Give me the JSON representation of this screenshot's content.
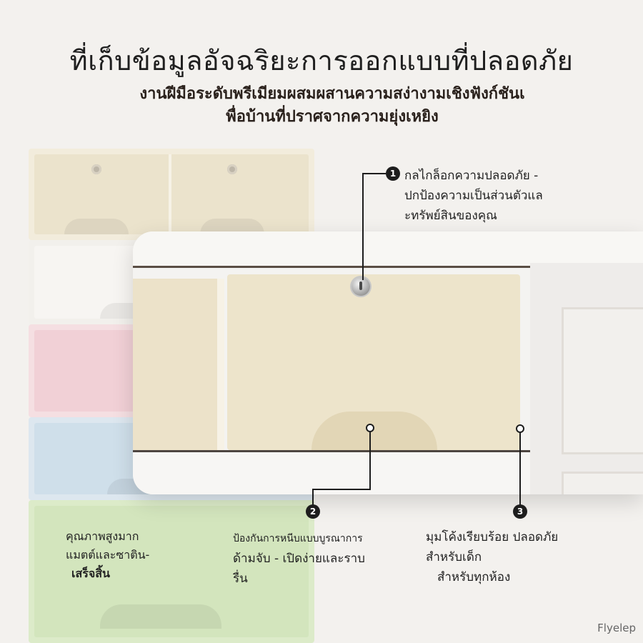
{
  "heading": "ที่เก็บข้อมูลอัจฉริยะการออกแบบที่ปลอดภัย",
  "subheading": {
    "line1": "งานฝีมือระดับพรีเมียมผสมผสานความสง่างามเชิงฟังก์ชันเ",
    "line2": "พื่อบ้านที่ปราศจากความยุ่งเหยิง"
  },
  "callouts": [
    {
      "number": "1",
      "lines": [
        "กลไกล็อกความปลอดภัย -",
        "ปกป้องความเป็นส่วนตัวแล",
        "ะทรัพย์สินของคุณ"
      ]
    },
    {
      "number": "2",
      "lines": [
        "ป้องกันการหนีบแบบบูรณาการ",
        "ด้ามจับ - เปิดง่ายและราบ",
        "รื่น"
      ]
    },
    {
      "number": "3",
      "lines": [
        "มุมโค้งเรียบร้อย ปลอดภัย",
        "สำหรับเด็ก",
        "สำหรับทุกห้อง"
      ]
    }
  ],
  "quality_note": {
    "lines": [
      "คุณภาพสูงมาก",
      "แมตต์และซาติน-",
      "เสร็จสิ้น"
    ]
  },
  "watermark": "Flyelep",
  "drawer_colors": [
    "#ebe3cc",
    "#f7f5f2",
    "#f1d0d6",
    "#cfdfea",
    "#d3e5bd"
  ]
}
